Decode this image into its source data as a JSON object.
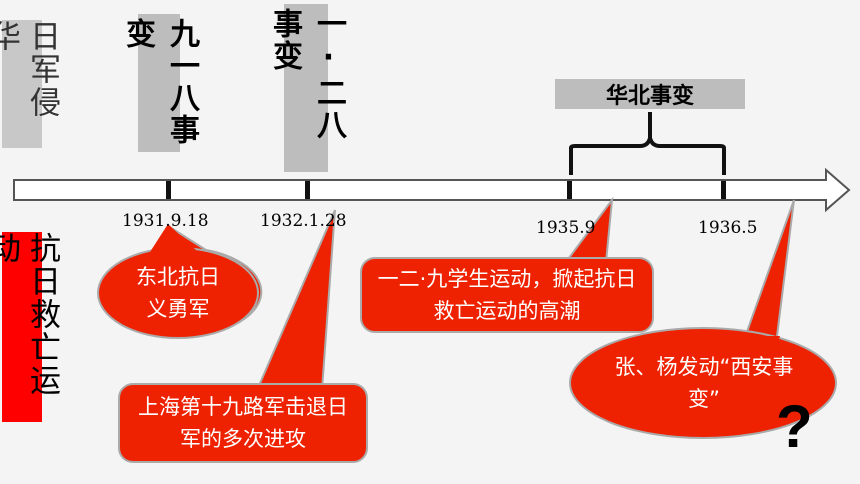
{
  "side_labels": {
    "top": "日军侵华",
    "bottom": "抗日救亡运动"
  },
  "events": {
    "e1": "九一八事变",
    "e2": "一·二八事变",
    "e3": "华北事变"
  },
  "dates": {
    "d1": "1931.9.18",
    "d2": "1932.1.28",
    "d3": "1935.9",
    "d4": "1936.5"
  },
  "callouts": {
    "c1": "东北抗日义勇军",
    "c2": "上海第十九路军击退日军的多次进攻",
    "c3": "一二·九学生运动，掀起抗日救亡运动的高潮",
    "c4": "张、杨发动“西安事变”"
  },
  "question_mark": "?",
  "colors": {
    "callout_fill": "#ee2200",
    "callout_stroke": "#aaaaaa",
    "label_gray": "#bdbdbd",
    "side_red": "#ff0000"
  }
}
